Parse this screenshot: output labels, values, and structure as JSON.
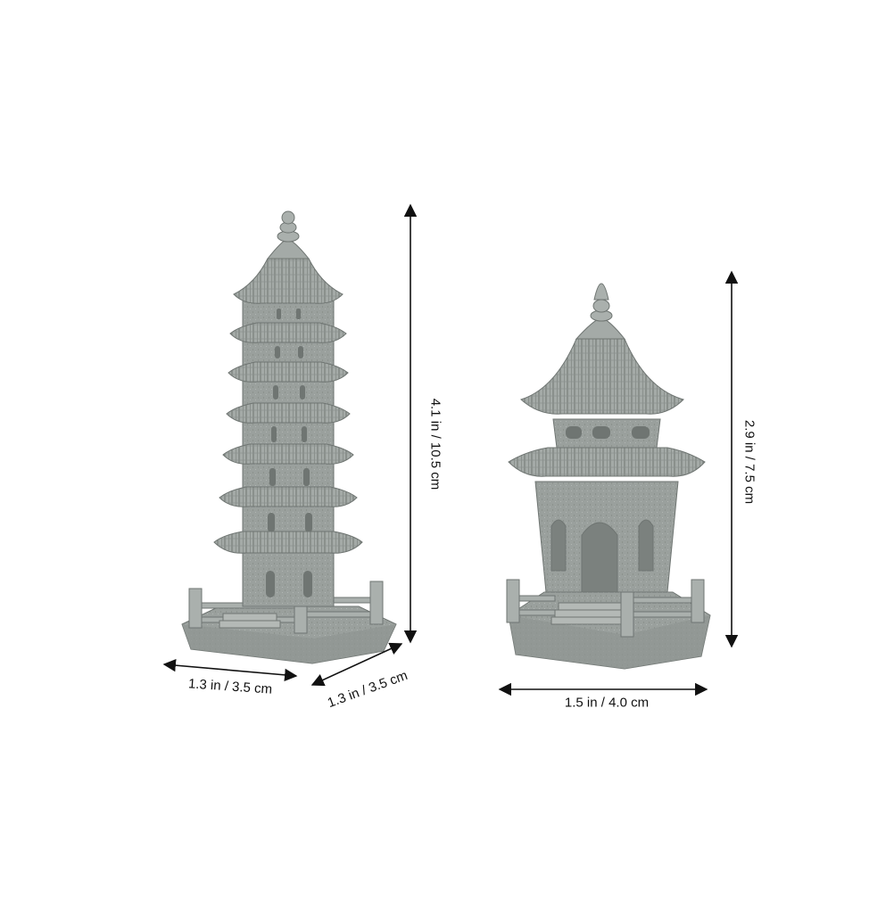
{
  "colors": {
    "stone": "#9aa09d",
    "stone_dark": "#6f7572",
    "stone_light": "#b7bcb9",
    "arrow": "#111111"
  },
  "pagodas": [
    {
      "name": "seven-tier pagoda",
      "dimensions": {
        "height": "4.1 in / 10.5 cm",
        "width": "1.3 in / 3.5 cm",
        "depth": "1.3 in / 3.5 cm"
      }
    },
    {
      "name": "two-tier pavilion",
      "dimensions": {
        "height": "2.9 in / 7.5 cm",
        "width": "1.5 in / 4.0 cm"
      }
    }
  ]
}
